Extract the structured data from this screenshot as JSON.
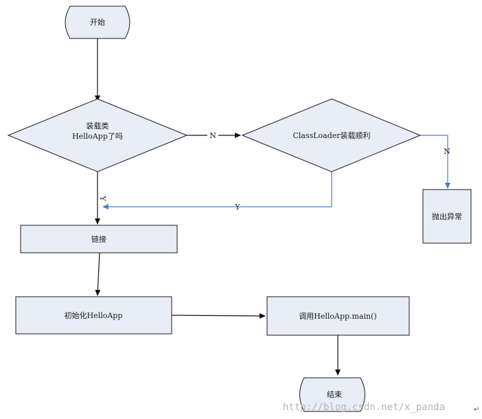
{
  "nodes": {
    "start": "开始",
    "decision_loaded_line1": "装载类",
    "decision_loaded_line2": "HelloApp了吗",
    "decision_classloader": "ClassLoader装载顺利",
    "throw_exception": "抛出异常",
    "link": "链接",
    "init": "初始化HelloApp",
    "call_main": "调用HelloApp.main()",
    "end": "结束"
  },
  "edges": {
    "loaded_no": "N",
    "loaded_yes": "Y",
    "classloader_no": "N",
    "classloader_yes": "Y"
  },
  "watermark": "http://blog.csdn.net/x_panda",
  "colors": {
    "fill": "#e8edf6",
    "stroke": "#1a1a1a",
    "blue_connector": "#4f7cbf"
  }
}
